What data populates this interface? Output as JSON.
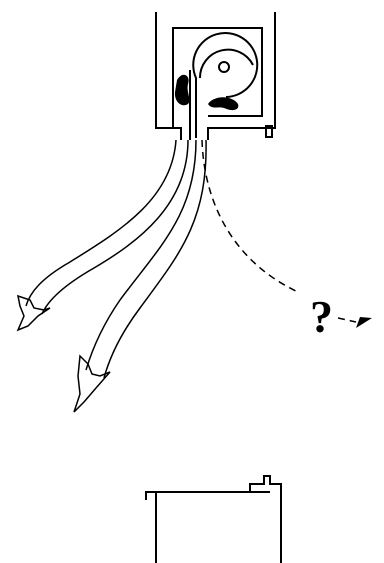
{
  "diagram": {
    "question_label": "?",
    "colors": {
      "stroke": "#000000",
      "background": "#ffffff"
    },
    "elements": {
      "top_device": "pump-housing-icon",
      "rotor": "rotor-icon",
      "solid_flows": [
        "curved-arrow-left",
        "curved-arrow-lower"
      ],
      "dashed_flow": "dashed-arrow-right",
      "bottom_device": "container-icon"
    }
  }
}
